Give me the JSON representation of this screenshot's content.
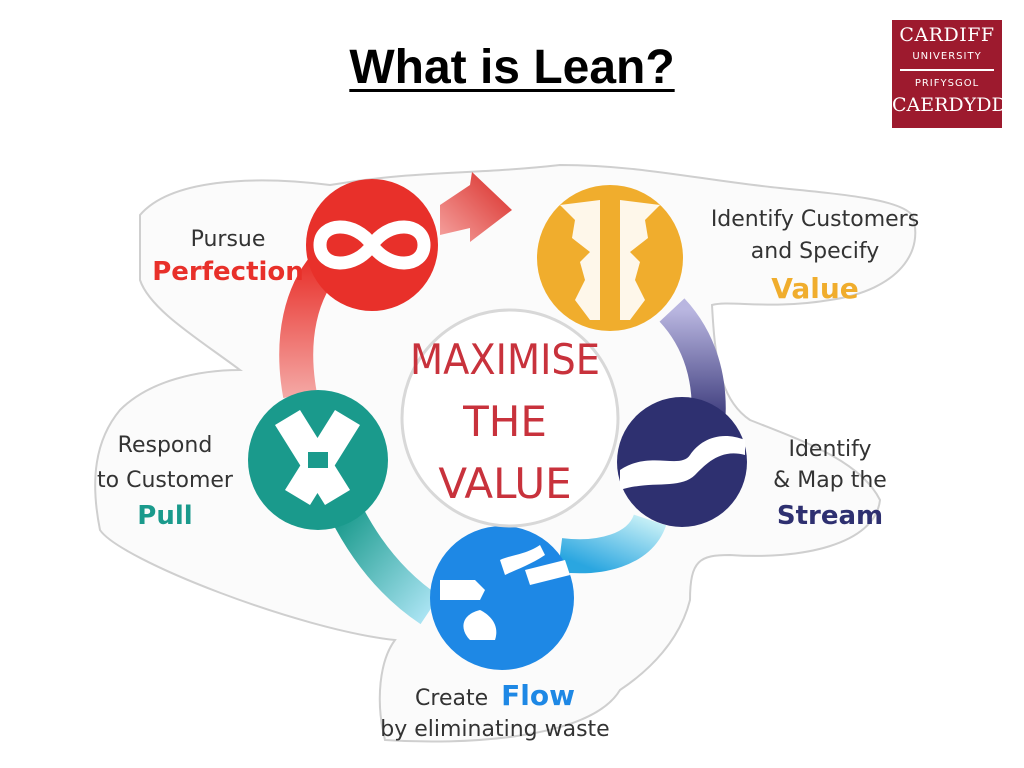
{
  "title": "What is Lean?",
  "logo": {
    "line1": "CARDIFF",
    "line2": "UNIVERSITY",
    "line3": "PRIFYSGOL",
    "line4": "CAERDYDD",
    "color": "#9d1a2e"
  },
  "center": {
    "line1": "MAXIMISE",
    "line2": "THE",
    "line3": "VALUE",
    "color": "#c8323c"
  },
  "steps": [
    {
      "line1": "Identify Customers",
      "line2": "and Specify",
      "emphasis": "Value",
      "color": "#f0ad2d",
      "icon": "faces-vase-icon"
    },
    {
      "line1": "Identify",
      "line2": "& Map the",
      "emphasis": "Stream",
      "color": "#2e3070",
      "icon": "stream-icon"
    },
    {
      "line1": "Create",
      "emphasis": "Flow",
      "line2": "by eliminating waste",
      "color": "#1e88e5",
      "icon": "pointing-hands-icon"
    },
    {
      "line1": "Respond",
      "line2": "to Customer",
      "emphasis": "Pull",
      "color": "#1a9a8c",
      "icon": "interlocking-links-icon"
    },
    {
      "line1": "Pursue",
      "emphasis": "Perfection",
      "color": "#e8302a",
      "icon": "infinity-icon"
    }
  ]
}
